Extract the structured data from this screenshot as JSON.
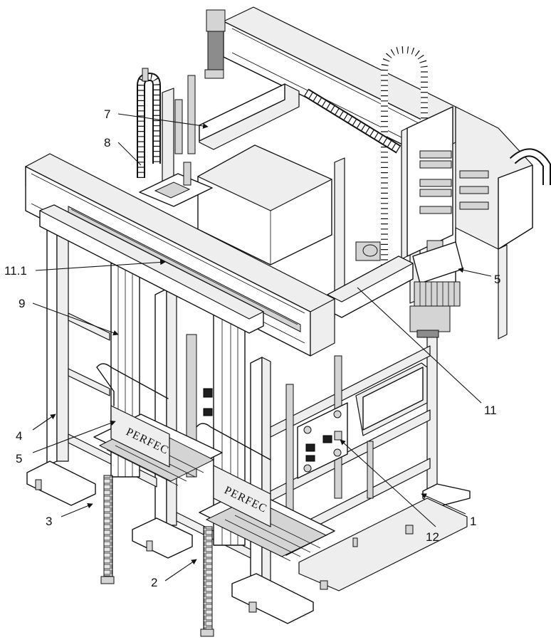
{
  "figure": {
    "brand_text_front": "PERFEC",
    "brand_text_back": "PERFEC"
  },
  "labels": [
    {
      "id": "7",
      "text": "7"
    },
    {
      "id": "8",
      "text": "8"
    },
    {
      "id": "11-1",
      "text": "11.1"
    },
    {
      "id": "9",
      "text": "9"
    },
    {
      "id": "5-right",
      "text": "5"
    },
    {
      "id": "11",
      "text": "11"
    },
    {
      "id": "4",
      "text": "4"
    },
    {
      "id": "5-left",
      "text": "5"
    },
    {
      "id": "3",
      "text": "3"
    },
    {
      "id": "1",
      "text": "1"
    },
    {
      "id": "12",
      "text": "12"
    },
    {
      "id": "2",
      "text": "2"
    }
  ]
}
